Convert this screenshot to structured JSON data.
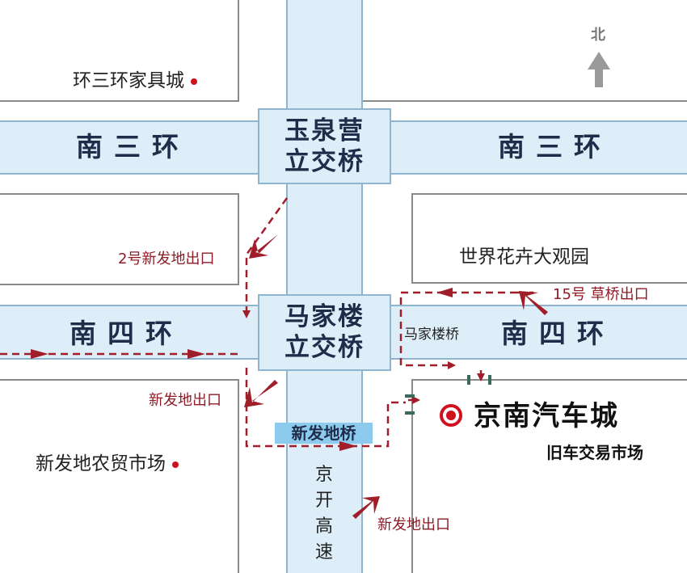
{
  "roads": {
    "south_third_ring_left": "南三环",
    "south_third_ring_right": "南三环",
    "south_fourth_ring_left": "南四环",
    "south_fourth_ring_right": "南四环",
    "jingkai_expressway": "京开高速"
  },
  "bridges": {
    "yuquanying_line1": "玉泉营",
    "yuquanying_line2": "立交桥",
    "majialou_line1": "马家楼",
    "majialou_line2": "立交桥",
    "xinfadi": "新发地桥",
    "majialou_small": "马家楼桥"
  },
  "places": {
    "huansanhuan_furniture": "环三环家具城",
    "world_flower_garden": "世界花卉大观园",
    "xinfadi_market": "新发地农贸市场"
  },
  "exits": {
    "exit_2": "2号新发地出口",
    "exit_15": "15号 草桥出口",
    "xinfadi_exit_left": "新发地出口",
    "xinfadi_exit_bottom": "新发地出口"
  },
  "destination": {
    "name": "京南汽车城",
    "subtitle": "旧车交易市场"
  },
  "compass": {
    "label": "北"
  },
  "colors": {
    "road_fill": "#ddeef8",
    "road_border": "#8fb4cf",
    "block_border": "#8a8a8a",
    "route": "#a01e2a",
    "marker": "#d0101c",
    "bridge_tag": "#8ccbee"
  }
}
